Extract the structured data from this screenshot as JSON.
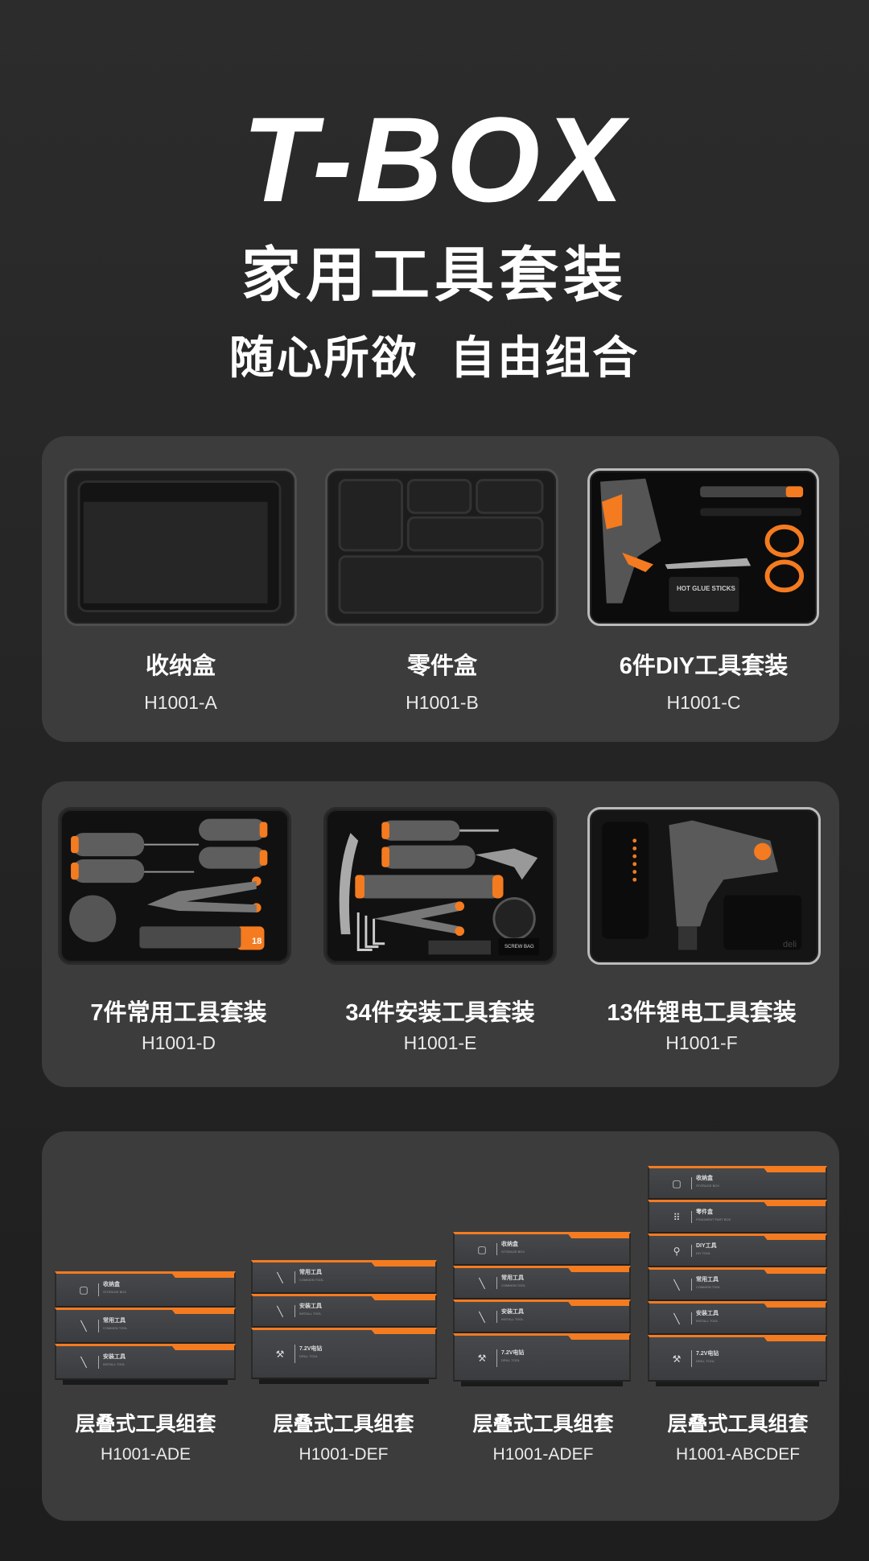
{
  "header": {
    "logo": "T-BOX",
    "subtitle": "家用工具套装",
    "slogan": "随心所欲  自由组合"
  },
  "colors": {
    "accent": "#f47b20",
    "panel": "#3c3c3d",
    "background": "#262626"
  },
  "row1": [
    {
      "title": "收纳盒",
      "code": "H1001-A"
    },
    {
      "title": "零件盒",
      "code": "H1001-B"
    },
    {
      "title": "6件DIY工具套装",
      "code": "H1001-C",
      "print": "HOT GLUE STICKS"
    }
  ],
  "row2": [
    {
      "title": "7件常用工县套装",
      "code": "H1001-D",
      "print": "18"
    },
    {
      "title": "34件安装工具套装",
      "code": "H1001-E",
      "print": "SCREW BAG"
    },
    {
      "title": "13件锂电工具套装",
      "code": "H1001-F",
      "print": "deli"
    }
  ],
  "modules": {
    "storage": {
      "name": "收纳盒",
      "en": "STORAGE BOX"
    },
    "parts": {
      "name": "零件盒",
      "en": "FRAGMENT PART BOX"
    },
    "diy": {
      "name": "DIY工具",
      "en": "DIY TOOL"
    },
    "common": {
      "name": "常用工具",
      "en": "COMMON TOOL"
    },
    "install": {
      "name": "安装工具",
      "en": "INSTALL TOOL"
    },
    "drill": {
      "name": "7.2V电钻",
      "en": "DRILL TOOL"
    }
  },
  "row3": [
    {
      "title": "层叠式工具组套",
      "code": "H1001-ADE"
    },
    {
      "title": "层叠式工具组套",
      "code": "H1001-DEF"
    },
    {
      "title": "层叠式工具组套",
      "code": "H1001-ADEF"
    },
    {
      "title": "层叠式工具组套",
      "code": "H1001-ABCDEF"
    }
  ]
}
